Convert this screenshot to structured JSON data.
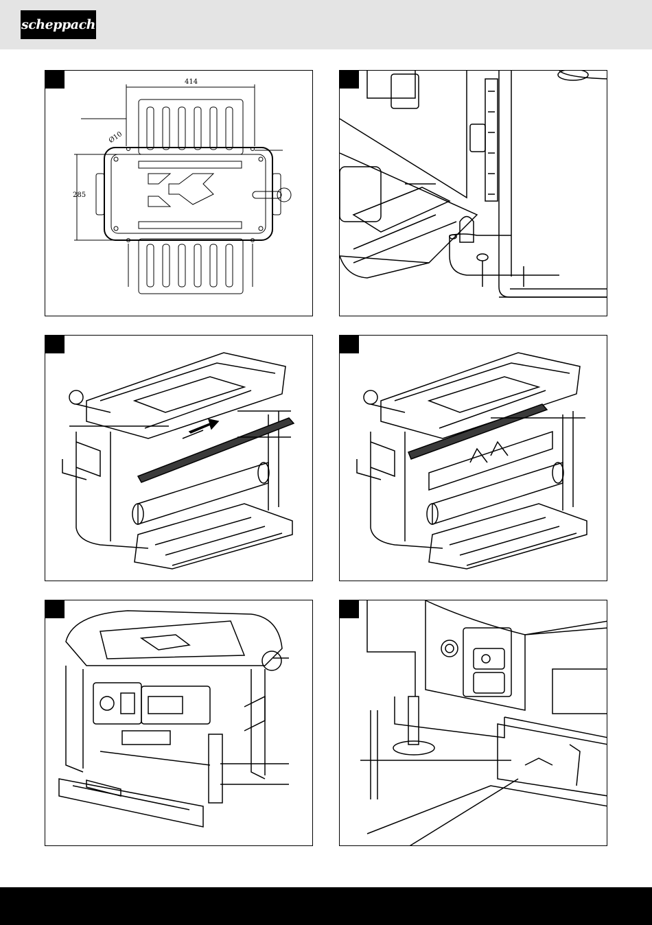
{
  "brand": {
    "name": "scheppach"
  },
  "figure1": {
    "dimensions": {
      "width": "414",
      "depth": "285",
      "hole_diameter": "Ø10"
    }
  },
  "colors": {
    "header_bg": "#e4e4e4",
    "logo_bg": "#000000",
    "footer_bg": "#000000",
    "line_art": "#000000"
  }
}
